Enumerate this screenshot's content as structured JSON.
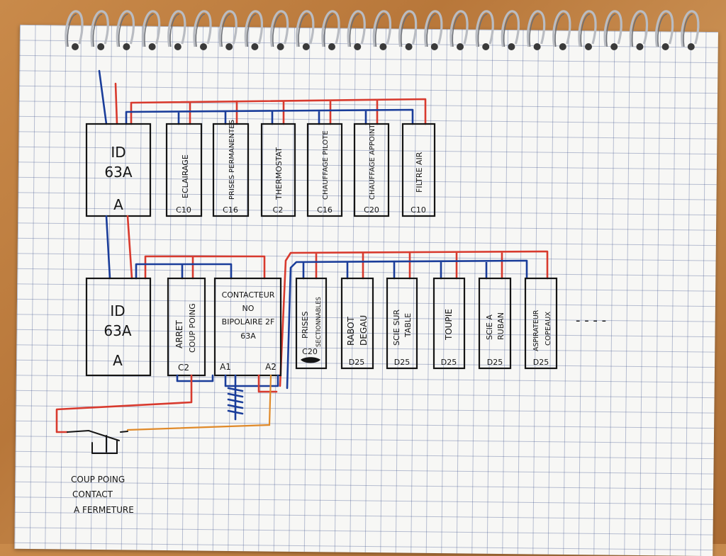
{
  "row1": {
    "main_breaker": {
      "line1": "ID",
      "line2": "63A",
      "line3": "A"
    },
    "breakers": [
      {
        "label": "ECLAIRAGE",
        "rating": "C10"
      },
      {
        "label": "PRISES PERMANENTES",
        "rating": "C16"
      },
      {
        "label": "THERMOSTAT",
        "rating": "C2"
      },
      {
        "label": "CHAUFFAGE PILOTE",
        "rating": "C16"
      },
      {
        "label": "CHAUFFAGE APPOINT",
        "rating": "C20"
      },
      {
        "label": "FILTRE AIR",
        "rating": "C10"
      }
    ]
  },
  "row2": {
    "main_breaker": {
      "line1": "ID",
      "line2": "63A",
      "line3": "A"
    },
    "arret": {
      "label1": "ARRET",
      "label2": "COUP POING",
      "rating": "C2"
    },
    "contactor": {
      "line1": "CONTACTEUR",
      "line2": "NO",
      "line3": "BIPOLAIRE 2F",
      "line4": "63A",
      "a1": "A1",
      "a2": "A2"
    },
    "breakers": [
      {
        "label1": "PRISES",
        "label2": "SECTIONNABLES",
        "rating": "C20"
      },
      {
        "label1": "RABOT",
        "label2": "DEGAU",
        "rating": "D25"
      },
      {
        "label1": "SCIE SUR",
        "label2": "TABLE",
        "rating": "D25"
      },
      {
        "label1": "TOUPIE",
        "label2": "",
        "rating": "D25"
      },
      {
        "label1": "SCIE A",
        "label2": "RUBAN",
        "rating": "D25"
      },
      {
        "label1": "ASPIRATEUR",
        "label2": "COPEAUX",
        "rating": "D25"
      }
    ],
    "ellipsis": "- - - -"
  },
  "push_button_note": [
    "COUP POING",
    "CONTACT",
    "A FERMETURE"
  ],
  "colors": {
    "phase": "#d83a2e",
    "neutral": "#1a3d9a",
    "control": "#e08a2a",
    "ink": "#151515"
  },
  "icons": [
    "spiral-binding-icon",
    "coil-icon",
    "switch-icon"
  ]
}
